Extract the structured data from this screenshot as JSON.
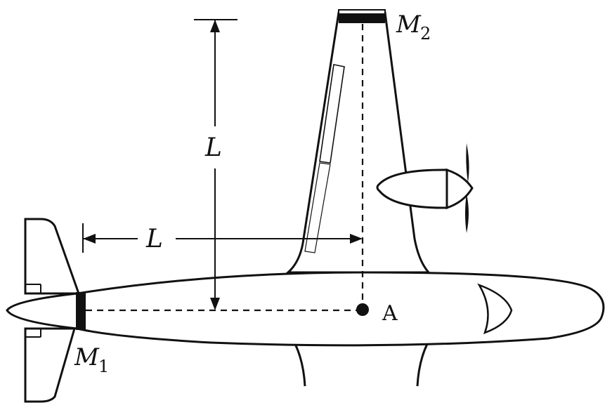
{
  "labels": {
    "length_vertical": "L",
    "length_horizontal": "L",
    "mass1": "M",
    "mass1_sub": "1",
    "mass2": "M",
    "mass2_sub": "2",
    "point": "A"
  },
  "colors": {
    "ink": "#111111",
    "paper": "#ffffff"
  }
}
